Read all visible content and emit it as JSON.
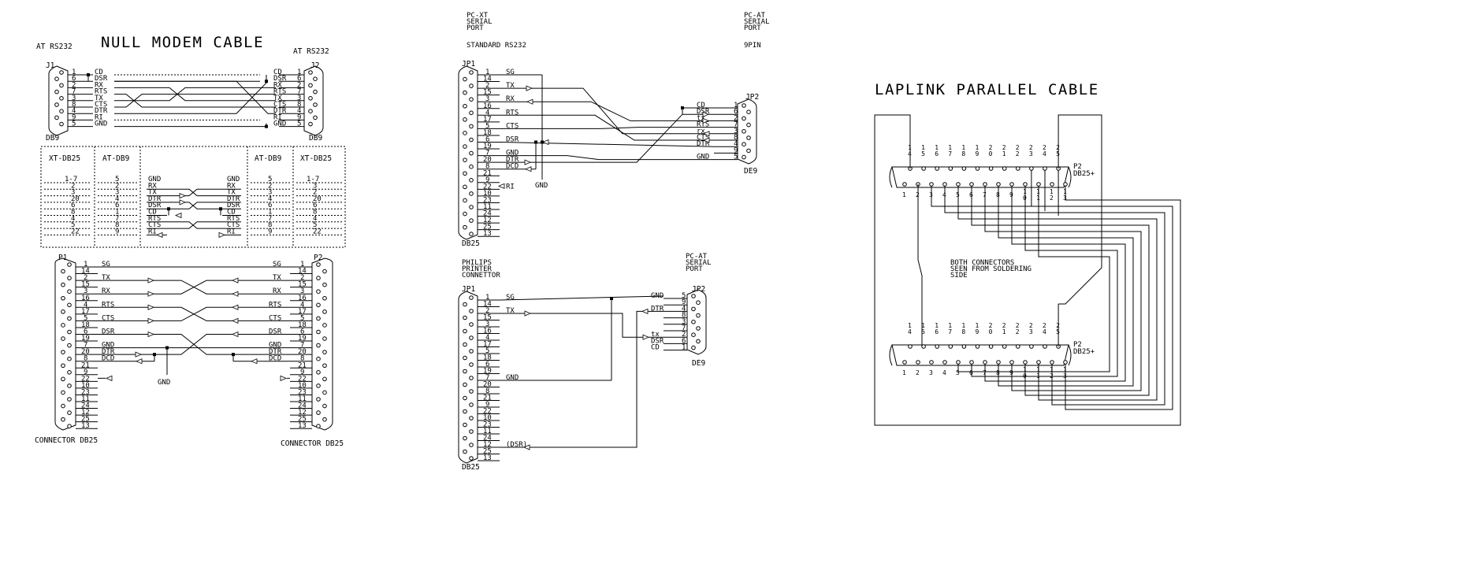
{
  "null_modem": {
    "title": "NULL MODEM CABLE",
    "left_label": "AT RS232",
    "right_label": "AT RS232",
    "j1": "J1",
    "j2": "J2",
    "db9_left": "DB9",
    "db9_right": "DB9",
    "left_pins": [
      "1",
      "6",
      "2",
      "7",
      "3",
      "8",
      "4",
      "9",
      "5"
    ],
    "left_signals": [
      "CD",
      "DSR",
      "RX",
      "RTS",
      "TX",
      "CTS",
      "DTR",
      "RI",
      "GND"
    ],
    "right_signals": [
      "CD",
      "DSR",
      "RX",
      "RTS",
      "TX",
      "CTS",
      "DTR",
      "RI",
      "GND"
    ],
    "right_pins": [
      "1",
      "6",
      "2",
      "7",
      "3",
      "8",
      "4",
      "9",
      "5"
    ]
  },
  "ref_table": {
    "headers": [
      "XT-DB25",
      "AT-DB9",
      "",
      "AT-DB9",
      "XT-DB25"
    ],
    "xt_left": [
      "1-7",
      "2",
      "3",
      "20",
      "6",
      "8",
      "4",
      "5",
      "22"
    ],
    "at_left": [
      "5",
      "2",
      "3",
      "4",
      "6",
      "1",
      "7",
      "8",
      "9"
    ],
    "sig_left": [
      "GND",
      "RX",
      "TX",
      "DTR",
      "DSR",
      "CD",
      "RTS",
      "CTS",
      "RI"
    ],
    "sig_right": [
      "GND",
      "RX",
      "TX",
      "DTR",
      "DSR",
      "CD",
      "RTS",
      "CTS",
      "RI"
    ],
    "at_right": [
      "5",
      "2",
      "3",
      "4",
      "6",
      "1",
      "7",
      "8",
      "9"
    ],
    "xt_right": [
      "1-7",
      "3",
      "2",
      "20",
      "6",
      "8",
      "4",
      "5",
      "22"
    ]
  },
  "db25_cable": {
    "p1": "P1",
    "p2": "P2",
    "footer_left": "CONNECTOR DB25",
    "footer_right": "CONNECTOR DB25",
    "pins": [
      "1",
      "14",
      "2",
      "15",
      "3",
      "16",
      "4",
      "17",
      "5",
      "18",
      "6",
      "19",
      "7",
      "20",
      "8",
      "21",
      "9",
      "22",
      "10",
      "23",
      "11",
      "24",
      "12",
      "25",
      "13"
    ],
    "left_signals": [
      "SG",
      "TX",
      "RX",
      "RTS",
      "CTS",
      "DSR",
      "GND",
      "DTR",
      "DCD"
    ],
    "right_signals": [
      "SG",
      "TX",
      "RX",
      "RTS",
      "CTS",
      "DSR",
      "GND",
      "DTR",
      "DCD"
    ],
    "gnd": "GND"
  },
  "pcxt_pcat": {
    "left_title": [
      "PC-XT",
      "SERIAL",
      "PORT"
    ],
    "left_subtitle": "STANDARD RS232",
    "right_title": [
      "PC-AT",
      "SERIAL",
      "PORT"
    ],
    "right_subtitle": "9PIN",
    "jp1": "JP1",
    "jp2": "JP2",
    "db25": "DB25",
    "de9": "DE9",
    "gnd": "GND",
    "left_signals": [
      "SG",
      "TX",
      "RX",
      "RTS",
      "CTS",
      "DSR",
      "GND",
      "DTR",
      "DCD",
      "RI"
    ],
    "right_signals": [
      "CD",
      "DSR",
      "tx",
      "RTS",
      "rx",
      "CTS",
      "DTR",
      "GND"
    ],
    "right_pins": [
      "1",
      "6",
      "2",
      "7",
      "3",
      "8",
      "4",
      "9",
      "5"
    ]
  },
  "philips_printer": {
    "left_title": [
      "PHILIPS",
      "PRINTER",
      "CONNETTOR"
    ],
    "right_title": [
      "PC-AT",
      "SERIAL",
      "PORT"
    ],
    "jp1": "JP1",
    "jp2": "JP2",
    "db25": "DB25",
    "de9": "DE9",
    "left_signals": [
      "SG",
      "TX",
      "GND",
      "(DSR)"
    ],
    "right_signals": [
      "GND",
      "DTR",
      "tx",
      "DSR",
      "CD"
    ],
    "right_pins": [
      "5",
      "9",
      "4",
      "8",
      "3",
      "7",
      "2",
      "6",
      "1"
    ]
  },
  "laplink": {
    "title": "LAPLINK PARALLEL CABLE",
    "connector_name": "P2",
    "connector_type": "DB25+",
    "top_pins": [
      "14",
      "15",
      "16",
      "17",
      "18",
      "19",
      "20",
      "21",
      "22",
      "23",
      "24",
      "25"
    ],
    "bottom_pins": [
      "1",
      "2",
      "3",
      "4",
      "5",
      "6",
      "7",
      "8",
      "9",
      "10",
      "11",
      "12",
      "13"
    ],
    "note": [
      "BOTH CONNECTORS",
      "SEEN FROM SOLDERING",
      "SIDE"
    ]
  }
}
